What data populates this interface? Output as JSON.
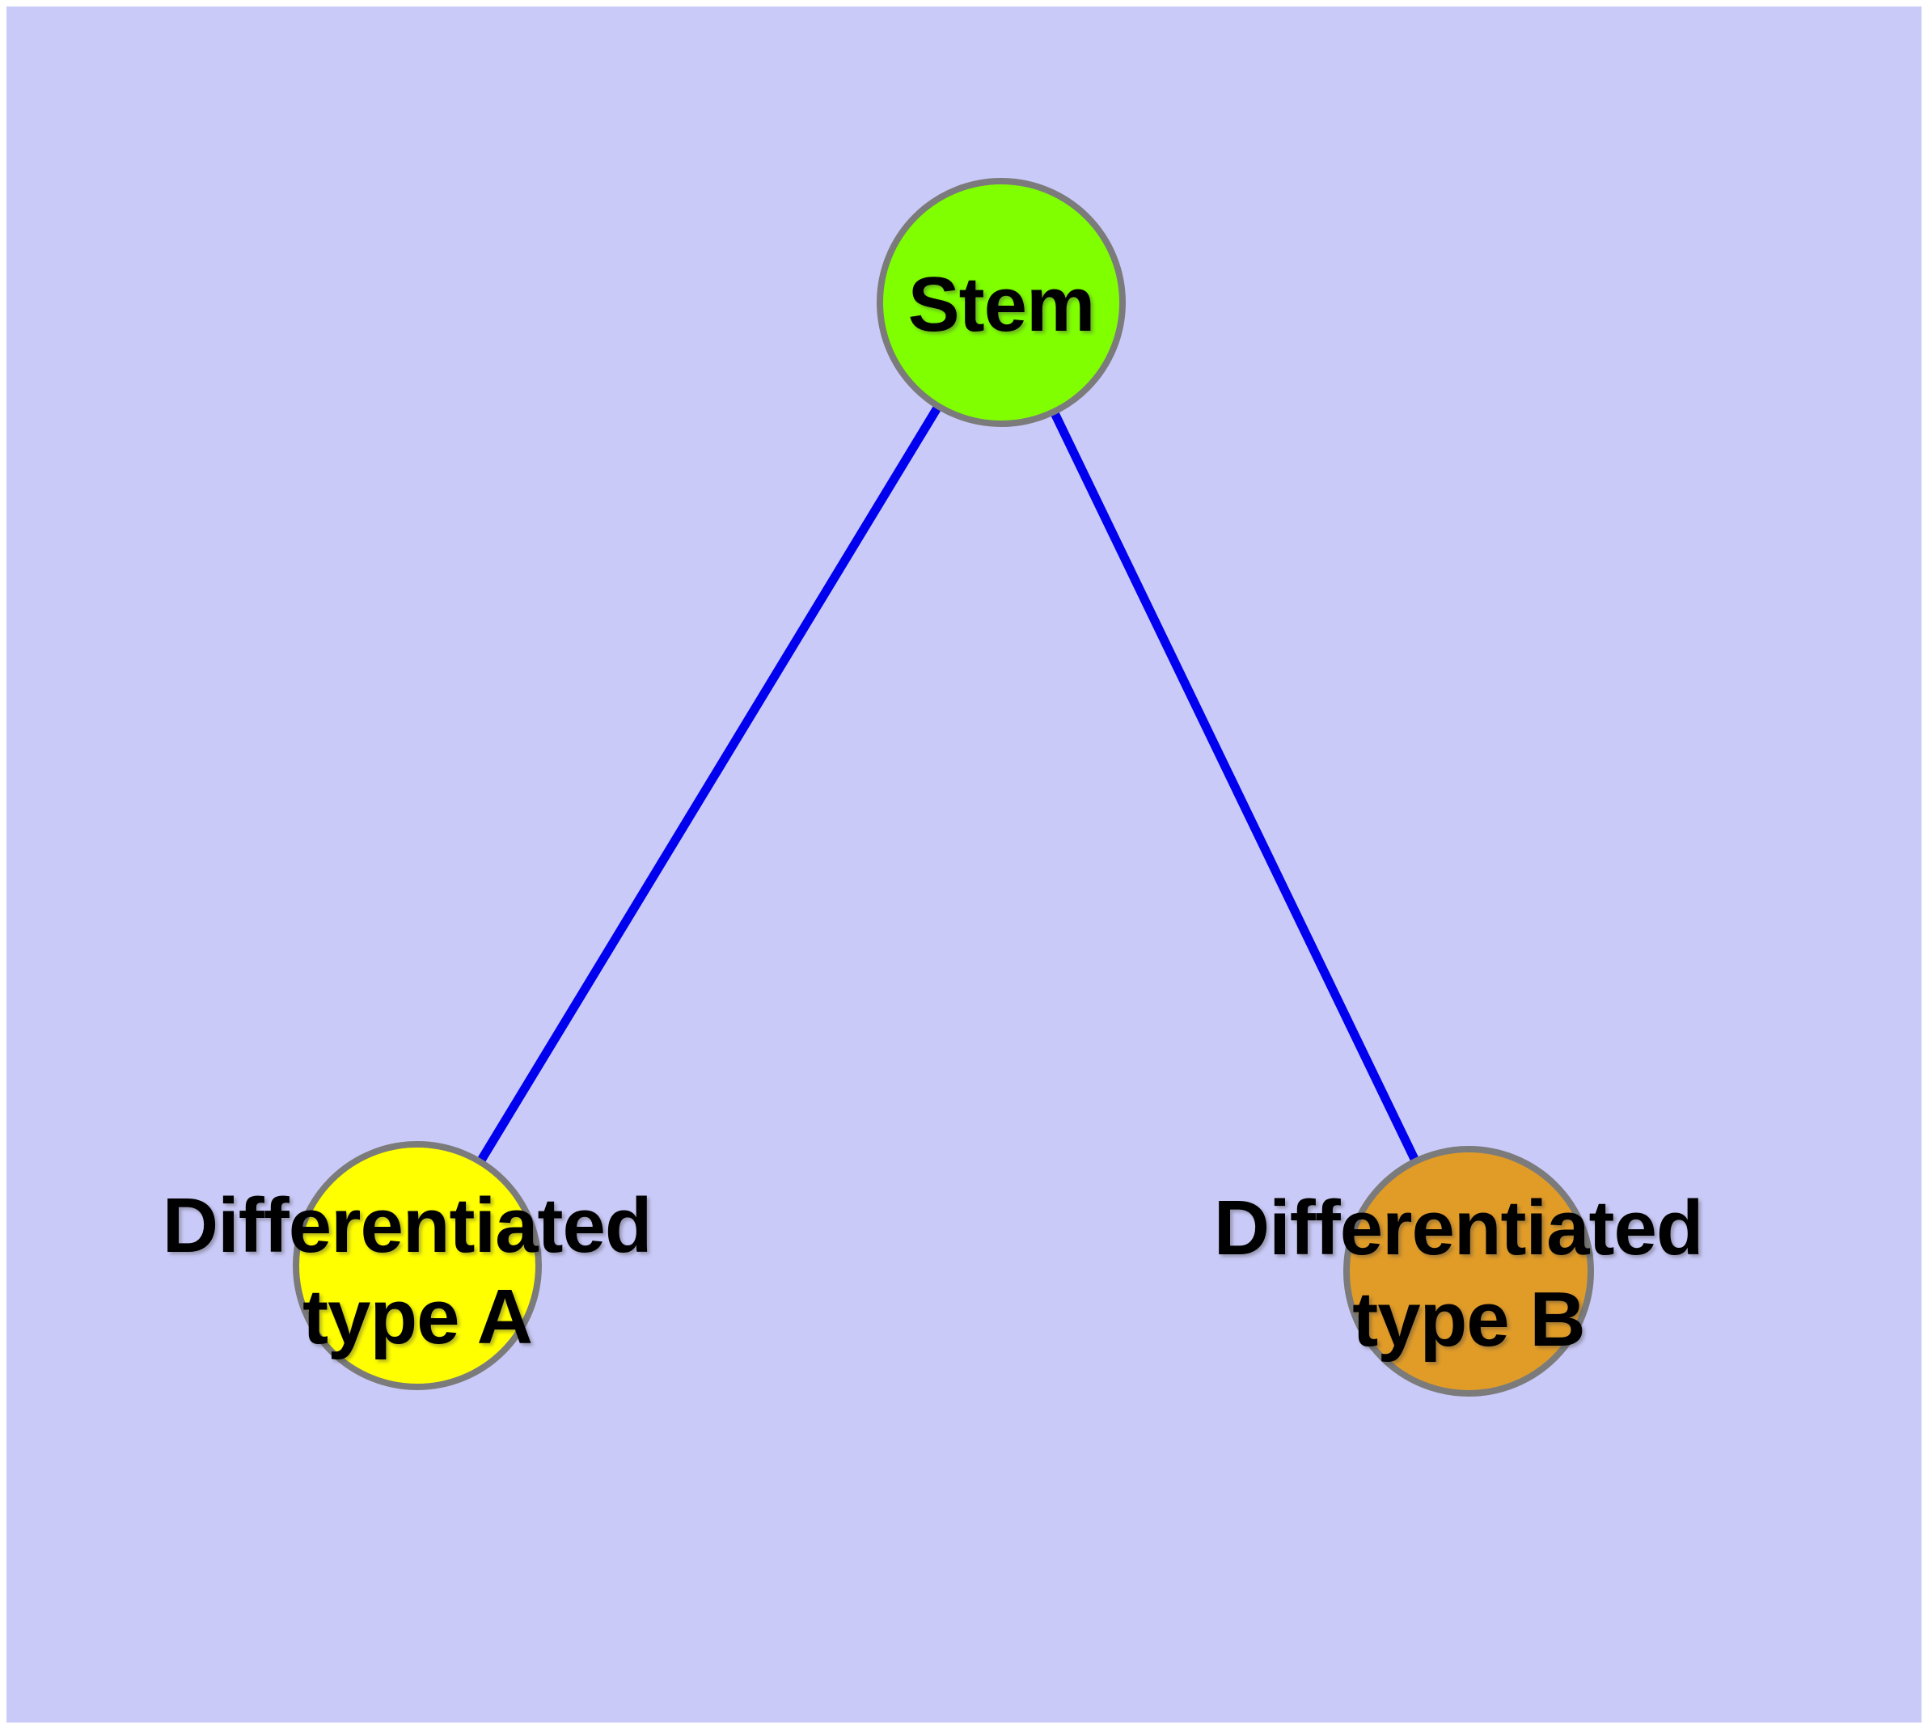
{
  "canvas": {
    "background_color": "#CACAF8",
    "frame_color": "#FFFFFF"
  },
  "nodes": {
    "stem": {
      "label": "Stem",
      "fill_color": "#7FFF00",
      "border_color": "#7B7B7B"
    },
    "type_a": {
      "label_line1": "Differentiated",
      "label_line2": "type A",
      "fill_color": "#FFFF00",
      "border_color": "#7B7B7B"
    },
    "type_b": {
      "label_line1": "Differentiated",
      "label_line2": "type B",
      "fill_color": "#E19C28",
      "border_color": "#7B7B7B"
    }
  },
  "edges": {
    "color": "#0000EE",
    "list": [
      {
        "from": "Stem",
        "to": "Differentiated type A"
      },
      {
        "from": "Stem",
        "to": "Differentiated type B"
      }
    ]
  }
}
